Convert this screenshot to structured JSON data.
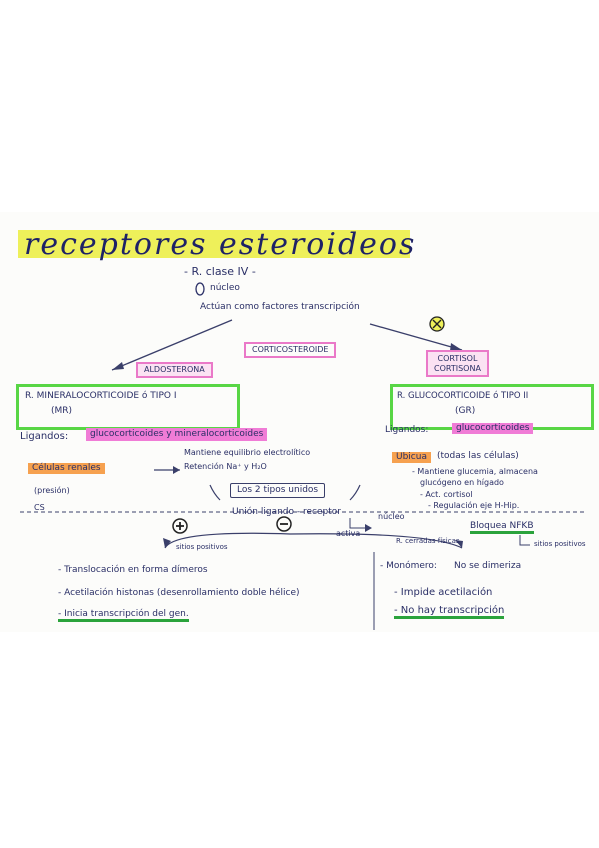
{
  "title": "receptores esteroideos",
  "header": {
    "line1": "- R. clase IV -",
    "line2": "núcleo",
    "line3": "Actúan como factores transcripción"
  },
  "center_label": "CORTICOSTEROIDE",
  "left": {
    "label": "ALDOSTERONA",
    "receptor": "R. MINERALOCORTICOIDE ó TIPO I",
    "receptor_abbr": "(MR)",
    "ligands_label": "Ligandos:",
    "ligands_value": "glucocorticoides y mineralocorticoides",
    "cells": "Células renales",
    "effect1": "Mantiene equilibrio electrolítico",
    "effect2": "Retención Na⁺ y H₂O",
    "side1": "(presión)",
    "side2": "CS"
  },
  "right": {
    "label_line1": "CORTISOL",
    "label_line2": "CORTISONA",
    "receptor": "R. GLUCOCORTICOIDE ó TIPO II",
    "receptor_abbr": "(GR)",
    "ligands_label": "Ligandos:",
    "ligands_value": "glucocorticoides",
    "ubicua": "Ubicua",
    "ubicua_note": "(todas las células)",
    "bullet1": "- Mantiene glucemia, almacena",
    "bullet1b": "glucógeno en hígado",
    "bullet2": "- Act. cortisol",
    "bullet3": "- Regulación eje H-Hip."
  },
  "mechanism": {
    "box": "Los 2 tipos unidos",
    "union": "Unión ligando - receptor",
    "nucleo": "núcleo",
    "activa": "activa",
    "plus_branch": "sitios positivos",
    "minus_branch": "R. cerradas físicas",
    "nfkb": "Bloquea NFKB",
    "nfkb_note": "sitios positivos"
  },
  "positive": {
    "sign": "+",
    "items": [
      "- Translocación en forma dímeros",
      "- Acetilación histonas (desenrollamiento doble hélice)",
      "- Inicia transcripción del gen."
    ]
  },
  "negative": {
    "sign": "−",
    "monomer_label": "- Monómero:",
    "monomer_value": "No se dimeriza",
    "items": [
      "- Impide acetilación",
      "- No hay transcripción"
    ]
  }
}
